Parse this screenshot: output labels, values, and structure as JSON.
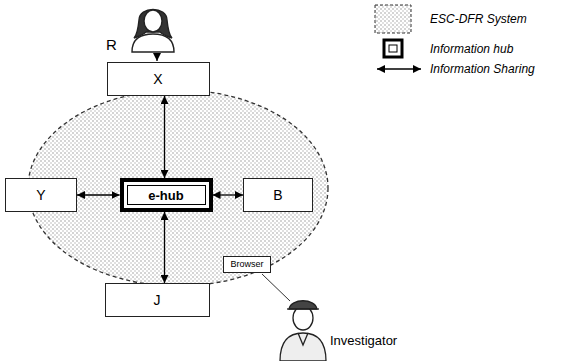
{
  "diagram": {
    "nodes": [
      {
        "text": [
          "X"
        ]
      },
      {
        "text": [
          "Y"
        ]
      },
      {
        "text": [
          "e-hub"
        ]
      },
      {
        "text": [
          "B"
        ]
      },
      {
        "text": [
          "J"
        ]
      },
      {
        "text": [
          "Browser"
        ]
      }
    ],
    "edges": [
      {
        "from": 0,
        "to": 2,
        "arrow": "both"
      },
      {
        "from": 1,
        "to": 2,
        "arrow": "both"
      },
      {
        "from": 2,
        "to": 3,
        "arrow": "both"
      },
      {
        "from": 2,
        "to": 4,
        "arrow": "both"
      }
    ],
    "labels": [
      "R",
      "Investigator"
    ],
    "legend": [
      {
        "text": "ESC-DFR System"
      },
      {
        "text": "Information hub"
      },
      {
        "text": "Information Sharing"
      }
    ]
  }
}
